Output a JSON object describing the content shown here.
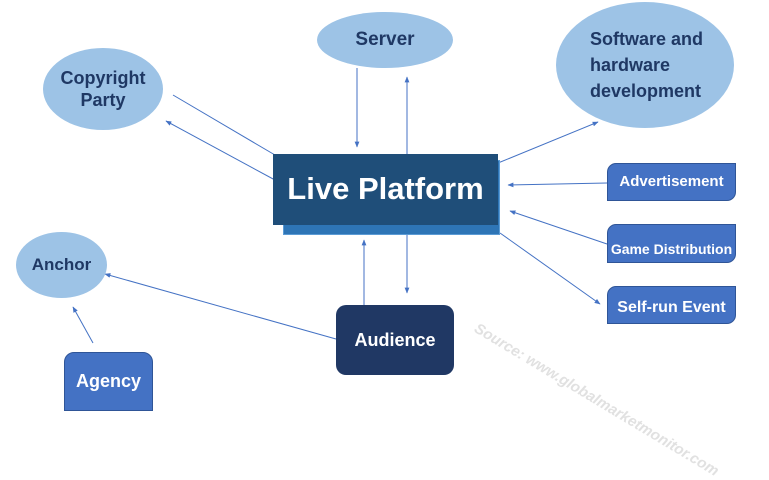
{
  "diagram": {
    "central_node": "Live Platform",
    "nodes": {
      "server": "Server",
      "copyright_party": "Copyright Party",
      "software_hardware": "Software and hardware development",
      "anchor": "Anchor",
      "agency": "Agency",
      "audience": "Audience",
      "advertisement": "Advertisement",
      "game_distribution": "Game Distribution",
      "self_run_event": "Self-run Event"
    },
    "software_hardware_lines": [
      "Software and",
      "hardware",
      "development"
    ],
    "copyright_lines": [
      "Copyright",
      "Party"
    ],
    "edges": [
      {
        "from": "Server",
        "to": "Live Platform"
      },
      {
        "from": "Live Platform",
        "to": "Server"
      },
      {
        "from": "Live Platform",
        "to": "Copyright Party"
      },
      {
        "from": "Copyright Party",
        "to": "Live Platform"
      },
      {
        "from": "Live Platform",
        "to": "Software and hardware development"
      },
      {
        "from": "Advertisement",
        "to": "Live Platform"
      },
      {
        "from": "Game Distribution",
        "to": "Live Platform"
      },
      {
        "from": "Live Platform",
        "to": "Self-run Event"
      },
      {
        "from": "Live Platform",
        "to": "Audience"
      },
      {
        "from": "Audience",
        "to": "Live Platform"
      },
      {
        "from": "Audience",
        "to": "Anchor"
      },
      {
        "from": "Agency",
        "to": "Anchor"
      }
    ],
    "colors": {
      "ellipse_fill": "#9dc3e6",
      "ellipse_text": "#1f3864",
      "central_fill": "#1f4e79",
      "audience_fill": "#203864",
      "box_fill": "#4472c4",
      "edge_color": "#4472c4"
    }
  },
  "watermark": "Source: www.globalmarketmonitor.com"
}
